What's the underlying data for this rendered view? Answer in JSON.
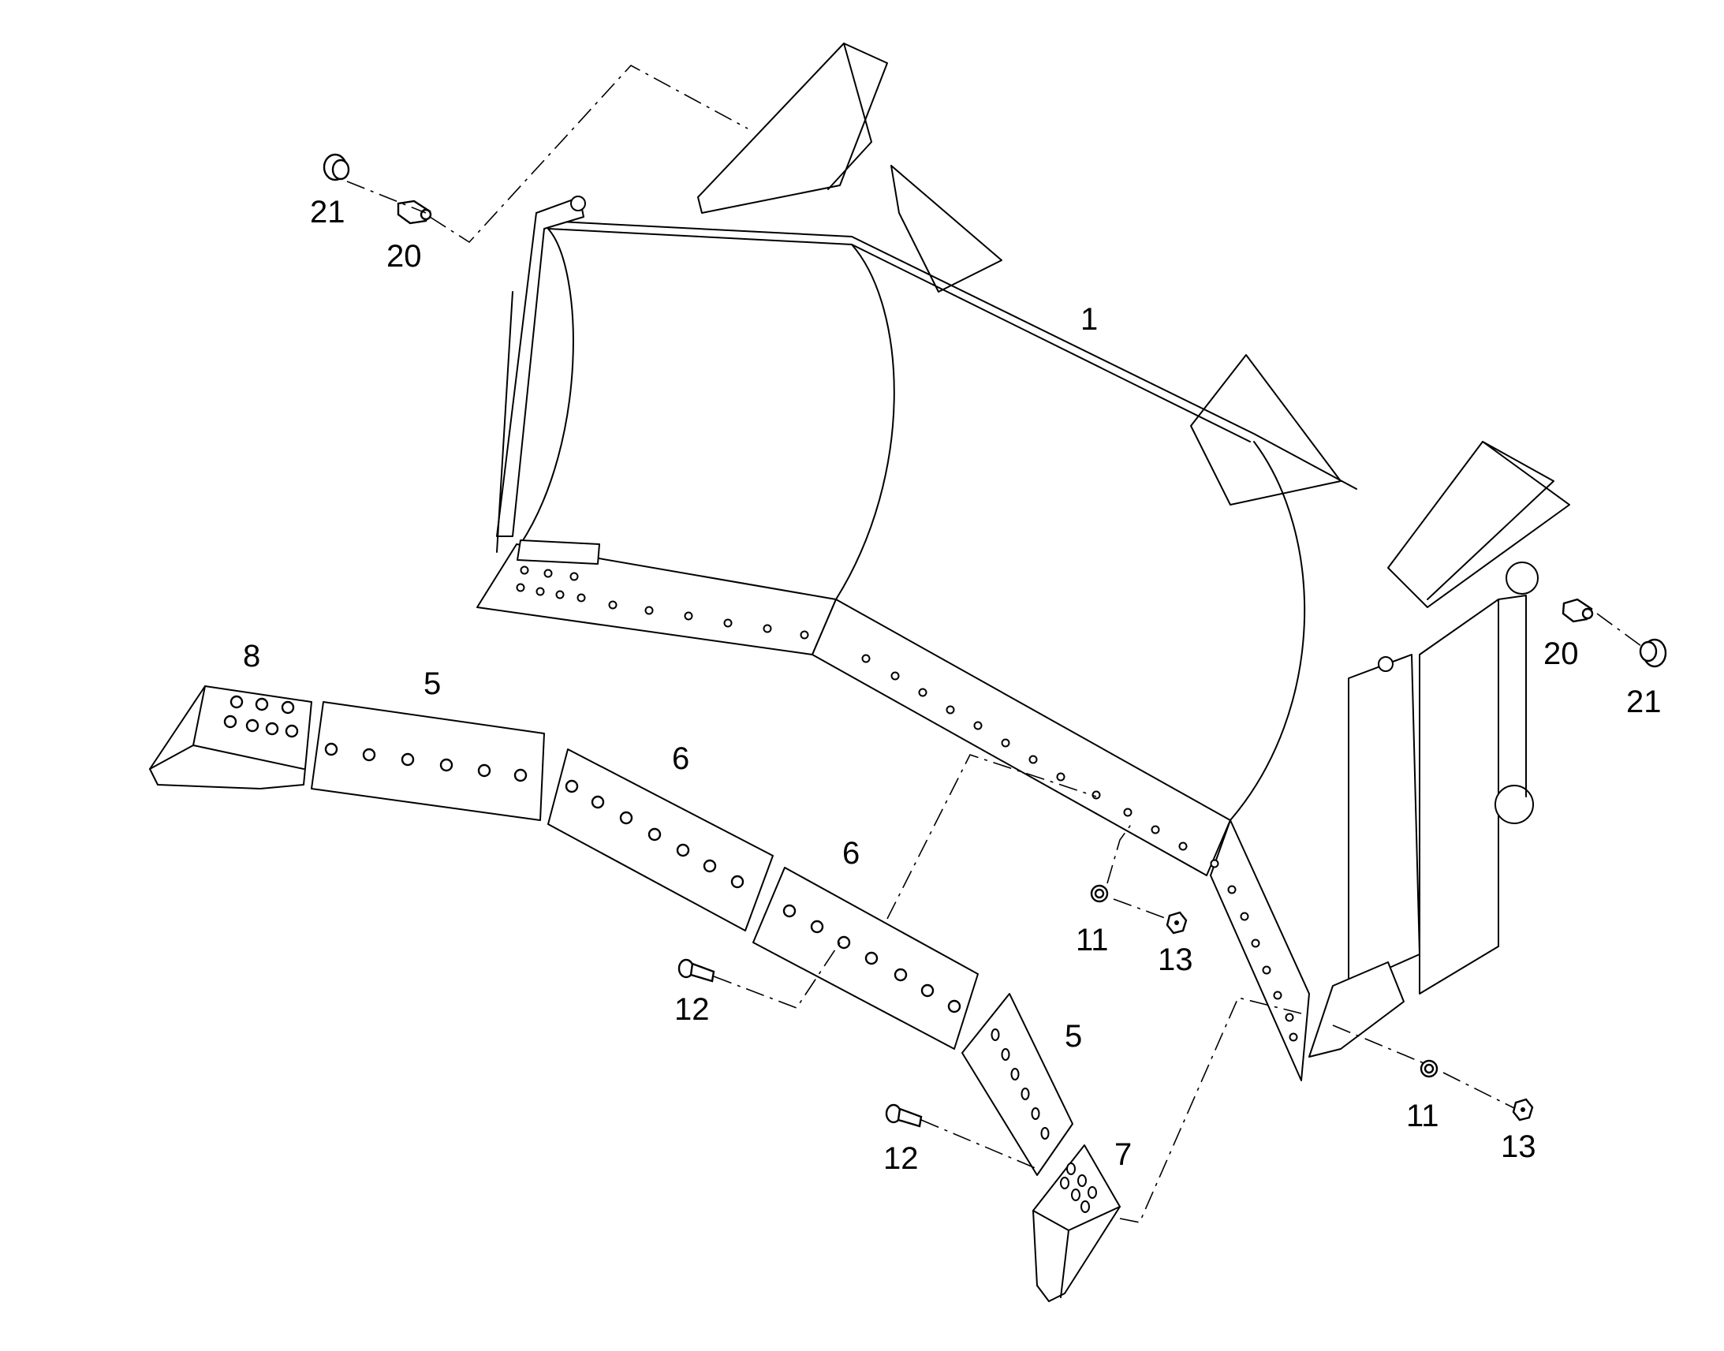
{
  "callouts": {
    "c1": "1",
    "c5a": "5",
    "c5b": "5",
    "c6a": "6",
    "c6b": "6",
    "c7": "7",
    "c8": "8",
    "c11a": "11",
    "c11b": "11",
    "c12a": "12",
    "c12b": "12",
    "c13a": "13",
    "c13b": "13",
    "c20a": "20",
    "c20b": "20",
    "c21a": "21",
    "c21b": "21"
  }
}
